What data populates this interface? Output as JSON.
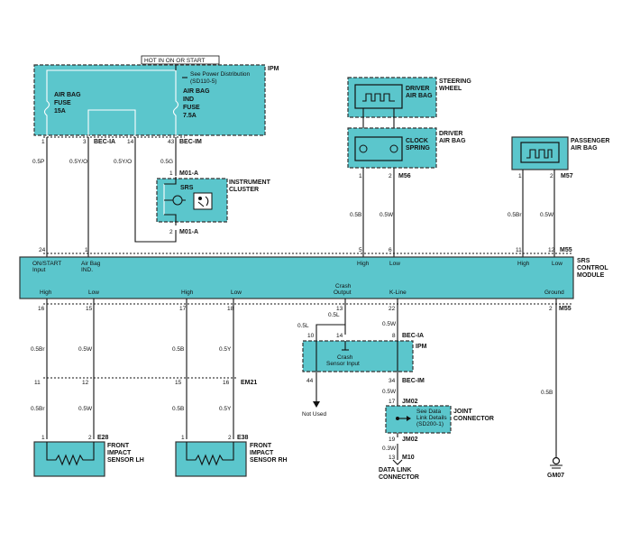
{
  "hot_label": "HOT IN ON OR START",
  "ipm": {
    "name": "IPM",
    "note": "See Power Distribution",
    "note_ref": "(SD110-5)",
    "fuse1": [
      "AIR BAG",
      "FUSE",
      "15A"
    ],
    "fuse2": [
      "AIR BAG",
      "IND",
      "FUSE",
      "7.5A"
    ]
  },
  "ipm_pins": {
    "p1": "1",
    "p3": "3",
    "conn1": "BEC-IA",
    "p14": "14",
    "p43": "43",
    "conn2": "BEC-IM"
  },
  "wires_top": {
    "w1": "0.5P",
    "w2": "0.5Y/O",
    "w3": "0.5Y/O",
    "w4": "0.5G"
  },
  "cluster": {
    "name": [
      "INSTRUMENT",
      "CLUSTER"
    ],
    "lamp": "SRS",
    "pin1": "1",
    "conn1": "M01-A",
    "pin2": "2",
    "conn2": "M01-A"
  },
  "steering": {
    "name": [
      "STEERING",
      "WHEEL"
    ],
    "bag": [
      "DRIVER",
      "AIR BAG"
    ]
  },
  "clock": {
    "name": [
      "DRIVER",
      "AIR BAG"
    ],
    "spring": [
      "CLOCK",
      "SPRING"
    ],
    "pin1": "1",
    "pin2": "2",
    "conn": "M56",
    "w1": "0.5B",
    "w2": "0.5W"
  },
  "passenger": {
    "name": [
      "PASSENGER",
      "AIR BAG"
    ],
    "pin1": "1",
    "pin2": "2",
    "conn": "M57",
    "w1": "0.5Br",
    "w2": "0.5W"
  },
  "module": {
    "name": [
      "SRS",
      "CONTROL",
      "MODULE"
    ],
    "top_pins": [
      "24",
      "1",
      "5",
      "6",
      "11",
      "12"
    ],
    "top_conn": "M55",
    "top_labels": [
      [
        "ON/START",
        "Input"
      ],
      [
        "Air Bag",
        "IND."
      ],
      [
        "High"
      ],
      [
        "Low"
      ],
      [
        "High"
      ],
      [
        "Low"
      ]
    ],
    "bottom_labels": [
      [
        "High"
      ],
      [
        "Low"
      ],
      [
        "High"
      ],
      [
        "Low"
      ],
      [
        "Crash",
        "Output"
      ],
      [
        "K-Line"
      ],
      [
        "Ground"
      ]
    ],
    "bottom_pins": [
      "16",
      "15",
      "17",
      "18",
      "13",
      "22",
      "2"
    ],
    "bottom_conn": "M55"
  },
  "lower_wires": {
    "a": "0.5Br",
    "b": "0.5W",
    "c": "0.5B",
    "d": "0.5Y",
    "e": "0.5L",
    "f": "0.5L",
    "g": "0.5W",
    "h": "0.5B"
  },
  "em21": {
    "pins": [
      "11",
      "12",
      "15",
      "16"
    ],
    "conn": "EM21"
  },
  "ipm2": {
    "name": "IPM",
    "input": [
      "Crash",
      "Sensor Input"
    ],
    "p10": "10",
    "p14": "14",
    "p8": "8",
    "conn_top": "BEC-IA",
    "p44": "44",
    "p34": "34",
    "conn_bottom": "BEC-IM",
    "not_used": "Not Used"
  },
  "lower_wires2": {
    "a": "0.5Br",
    "b": "0.5W",
    "c": "0.5B",
    "d": "0.5Y",
    "e": "0.5W"
  },
  "jm02": {
    "p17": "17",
    "conn1": "JM02",
    "note": [
      "See Data",
      "Link Details",
      "(SD200-1)"
    ],
    "name": [
      "JOINT",
      "CONNECTOR"
    ],
    "p19": "19",
    "conn2": "JM02"
  },
  "dlc": {
    "wire": "0.3W",
    "pin": "13",
    "conn": "M10",
    "name": [
      "DATA LINK",
      "CONNECTOR"
    ]
  },
  "ground": {
    "id": "GM07"
  },
  "sensor_lh": {
    "p1": "1",
    "p2": "2",
    "conn": "E28",
    "name": [
      "FRONT",
      "IMPACT",
      "SENSOR LH"
    ]
  },
  "sensor_rh": {
    "p1": "1",
    "p2": "2",
    "conn": "E38",
    "name": [
      "FRONT",
      "IMPACT",
      "SENSOR RH"
    ]
  }
}
